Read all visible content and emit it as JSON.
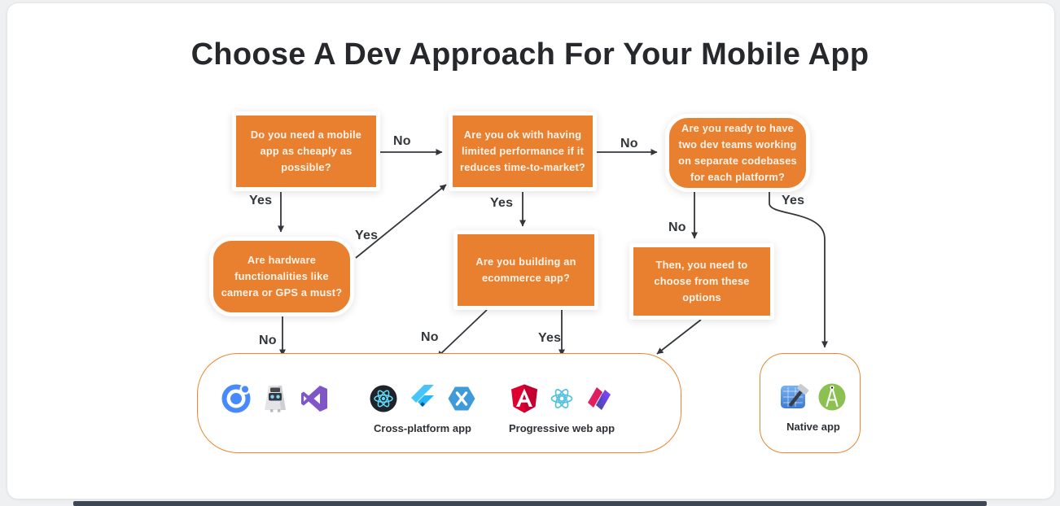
{
  "title": "Choose A Dev Approach For Your Mobile App",
  "nodes": {
    "cheap": {
      "text": "Do you need a mobile app as cheaply as possible?"
    },
    "performance": {
      "text": "Are you ok with having limited performance if it reduces time-to-market?"
    },
    "two_teams": {
      "text": "Are you ready to have two dev teams working on separate codebases for each platform?"
    },
    "hardware": {
      "text": "Are hardware functionalities like camera or GPS a must?"
    },
    "ecommerce": {
      "text": "Are you building an ecommerce app?"
    },
    "then_choose": {
      "text": "Then, you need to choose from these options"
    }
  },
  "edges": {
    "cheap_no": "No",
    "cheap_yes": "Yes",
    "hardware_yes": "Yes",
    "performance_no": "No",
    "performance_yes": "Yes",
    "two_teams_no": "No",
    "two_teams_yes": "Yes",
    "hardware_no": "No",
    "ecommerce_no": "No",
    "ecommerce_yes": "Yes"
  },
  "groups": {
    "hybrid": {
      "icons": [
        "ionic",
        "cordova",
        "visual-studio"
      ]
    },
    "cross_platform": {
      "label": "Cross-platform app",
      "icons": [
        "react-native",
        "flutter",
        "xamarin"
      ]
    },
    "pwa": {
      "label": "Progressive web app",
      "icons": [
        "angular",
        "react",
        "polymer"
      ]
    },
    "native": {
      "label": "Native app",
      "icons": [
        "xcode",
        "android-studio"
      ]
    }
  },
  "colors": {
    "box": "#E8802F",
    "box_text": "#FAF3EA",
    "arrow": "#33373B",
    "container_border": "#E8872F",
    "title": "#26282C",
    "bottom_bar": "#3F4654"
  }
}
